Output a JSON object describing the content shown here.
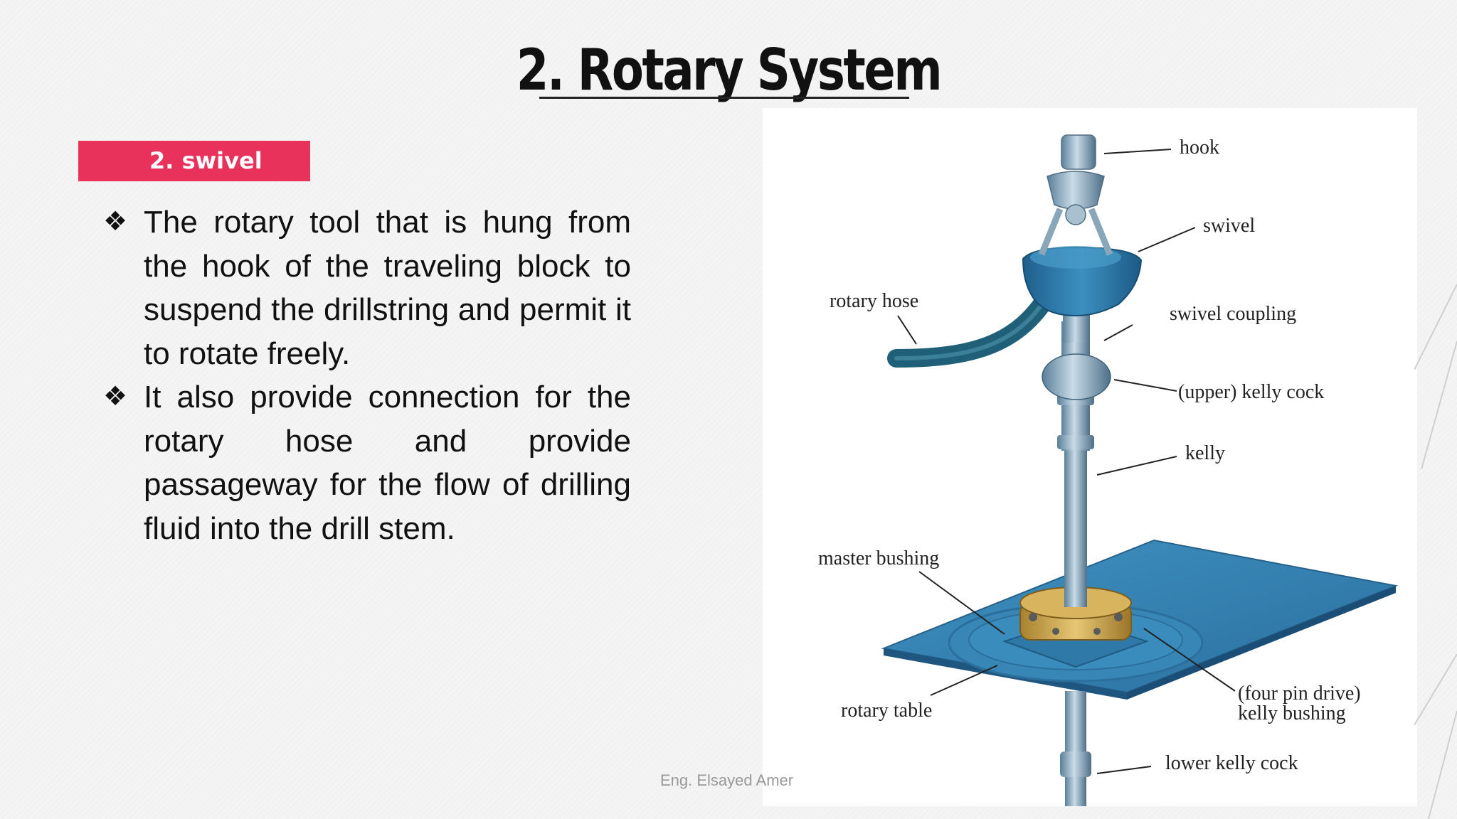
{
  "slide": {
    "title": "2. Rotary System",
    "section_tag": "2. swivel",
    "bullets": [
      "The rotary tool that is hung from the hook of the traveling block to suspend the drillstring and permit it to rotate freely.",
      "It also provide connection for the rotary hose and provide passageway for the flow of drilling fluid into the drill stem."
    ],
    "bullet_mark": "❖",
    "footer": "Eng. Elsayed Amer"
  },
  "figure": {
    "labels": {
      "hook": "hook",
      "swivel": "swivel",
      "rotary_hose": "rotary hose",
      "swivel_coupling": "swivel coupling",
      "upper_kelly_cock": "(upper) kelly cock",
      "kelly": "kelly",
      "master_bushing": "master bushing",
      "four_pin_line1": "(four pin drive)",
      "four_pin_line2": "kelly bushing",
      "rotary_table": "rotary table",
      "lower_kelly_cock": "lower kelly cock"
    }
  },
  "colors": {
    "accent": "#e8325b",
    "equipment_blue": "#2f7fb0",
    "bushing_gold": "#c9a24a"
  }
}
